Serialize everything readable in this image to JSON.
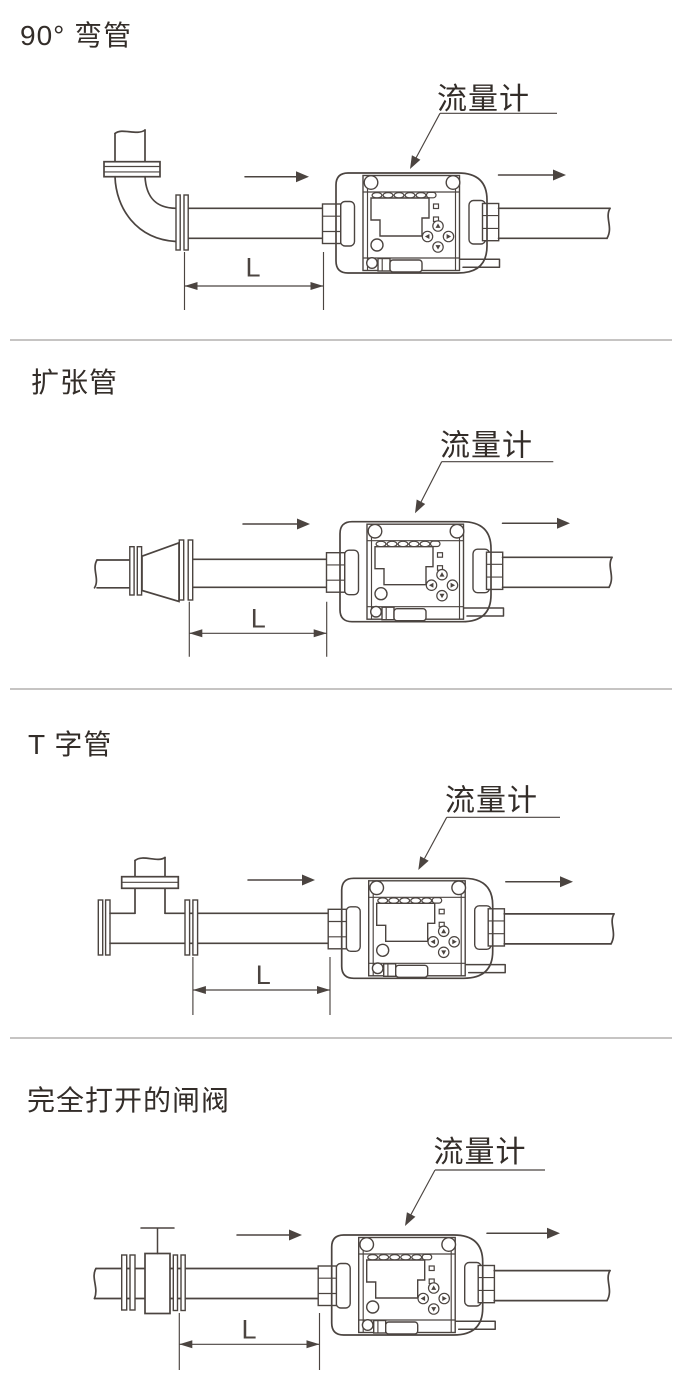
{
  "page": {
    "colors": {
      "bg": "#ffffff",
      "ink": "#4b4440",
      "text": "#332d29",
      "sep": "#b3b1af"
    }
  },
  "icons": {
    "flow_direction": "arrow-right",
    "meter_pointer": "arrow-down-left",
    "dimension_arrows": "double-headed-arrow"
  },
  "sections": [
    {
      "id": "elbow",
      "title": "90° 弯管",
      "meter_label": "流量计",
      "dimension_label": "L"
    },
    {
      "id": "expander",
      "title": "扩张管",
      "meter_label": "流量计",
      "dimension_label": "L"
    },
    {
      "id": "tee",
      "title": "T 字管",
      "meter_label": "流量计",
      "dimension_label": "L"
    },
    {
      "id": "gate-valve",
      "title": "完全打开的闸阀",
      "meter_label": "流量计",
      "dimension_label": "L"
    }
  ]
}
